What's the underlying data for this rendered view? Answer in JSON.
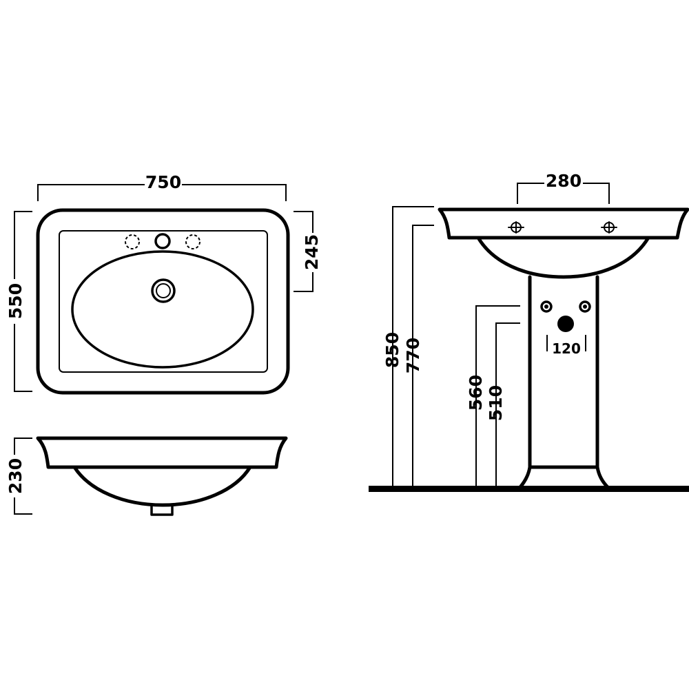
{
  "dimensions": {
    "width_top": "750",
    "depth_top": "550",
    "tap_offset": "245",
    "basin_height": "230",
    "tap_spacing": "280",
    "total_height": "850",
    "rim_height": "770",
    "supply_height": "560",
    "waste_height": "510",
    "supply_spacing": "120"
  }
}
